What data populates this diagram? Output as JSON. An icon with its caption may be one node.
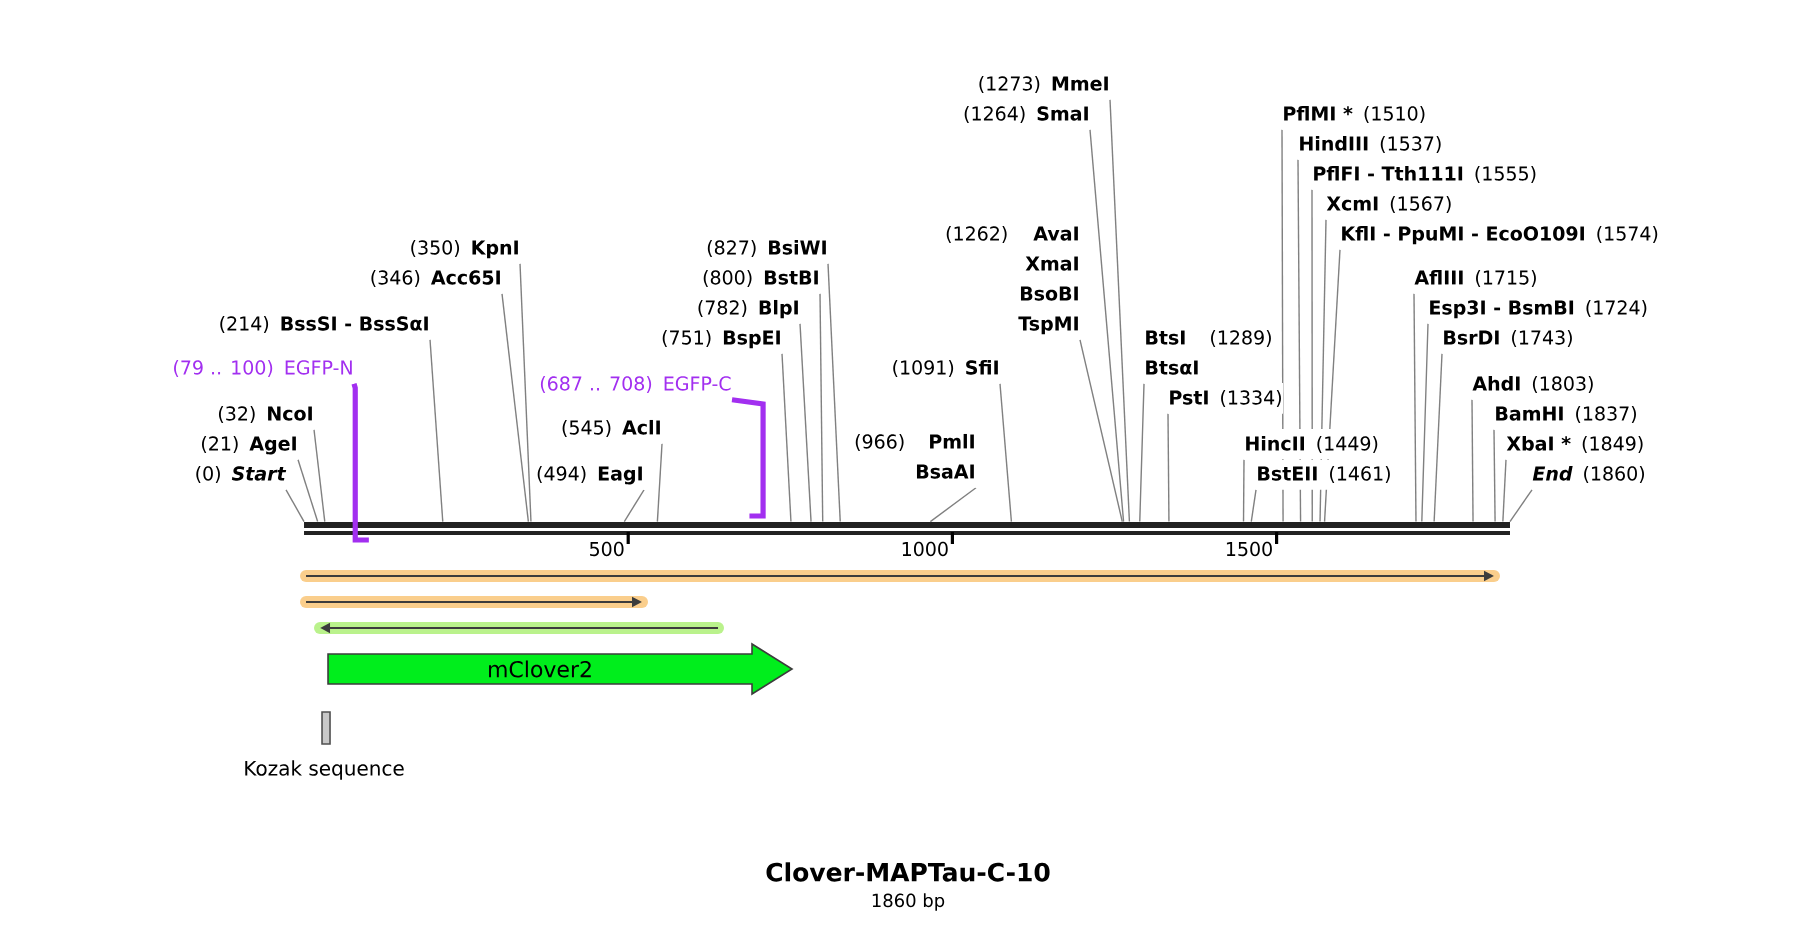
{
  "diagram": {
    "title": "Clover-MAPTau-C-10",
    "caption": "1860 bp",
    "nodes": [
      {
        "text": [
          "(0)",
          "Start"
        ]
      },
      {
        "text": [
          "(21)",
          "AgeI"
        ]
      },
      {
        "text": [
          "(32)",
          "NcoI"
        ]
      },
      {
        "text": [
          "(79 .. 100)",
          "EGFP-N"
        ]
      },
      {
        "text": [
          "(214)",
          "BssSI - BssSαI"
        ]
      },
      {
        "text": [
          "(346)",
          "Acc65I"
        ]
      },
      {
        "text": [
          "(350)",
          "KpnI"
        ]
      },
      {
        "text": [
          "(494)",
          "EagI"
        ]
      },
      {
        "text": [
          "(545)",
          "AclI"
        ]
      },
      {
        "text": [
          "(687 .. 708)",
          "EGFP-C"
        ]
      },
      {
        "text": [
          "(751)",
          "BspEI"
        ]
      },
      {
        "text": [
          "(782)",
          "BlpI"
        ]
      },
      {
        "text": [
          "(800)",
          "BstBI"
        ]
      },
      {
        "text": [
          "(827)",
          "BsiWI"
        ]
      },
      {
        "text": [
          "(966)",
          "PmlI",
          "BsaAI"
        ]
      },
      {
        "text": [
          "(1091)",
          "SfiI"
        ]
      },
      {
        "text": [
          "(1262)",
          "AvaI",
          "XmaI",
          "BsoBI",
          "TspMI"
        ]
      },
      {
        "text": [
          "(1264)",
          "SmaI"
        ]
      },
      {
        "text": [
          "(1273)",
          "MmeI"
        ]
      },
      {
        "text": [
          "BtsI",
          "(1289)",
          "BtsαI"
        ]
      },
      {
        "text": [
          "PstI",
          "(1334)"
        ]
      },
      {
        "text": [
          "HincII",
          "(1449)"
        ]
      },
      {
        "text": [
          "BstEII",
          "(1461)"
        ]
      },
      {
        "text": [
          "PflMI *",
          "(1510)"
        ]
      },
      {
        "text": [
          "HindIII",
          "(1537)"
        ]
      },
      {
        "text": [
          "PflFI - Tth111I",
          "(1555)"
        ]
      },
      {
        "text": [
          "XcmI",
          "(1567)"
        ]
      },
      {
        "text": [
          "KflI - PpuMI - EcoO109I",
          "(1574)"
        ]
      },
      {
        "text": [
          "AflIII",
          "(1715)"
        ]
      },
      {
        "text": [
          "Esp3I - BsmBI",
          "(1724)"
        ]
      },
      {
        "text": [
          "BsrDI",
          "(1743)"
        ]
      },
      {
        "text": [
          "AhdI",
          "(1803)"
        ]
      },
      {
        "text": [
          "BamHI",
          "(1837)"
        ]
      },
      {
        "text": [
          "XbaI *",
          "(1849)"
        ]
      },
      {
        "text": [
          "End",
          "(1860)"
        ]
      },
      {
        "text": [
          "mClover2"
        ]
      },
      {
        "text": [
          "Kozak sequence"
        ]
      },
      {
        "text": [],
        "shape": "bar"
      }
    ],
    "edges": [
      {
        "from": 0,
        "to": 37,
        "arrow": "none"
      },
      {
        "from": 1,
        "to": 37,
        "arrow": "none"
      },
      {
        "from": 2,
        "to": 37,
        "arrow": "none"
      },
      {
        "from": 3,
        "to": 37,
        "arrow": "none",
        "style": "thick",
        "color": "#a22ff0"
      },
      {
        "from": 4,
        "to": 37,
        "arrow": "none"
      },
      {
        "from": 5,
        "to": 37,
        "arrow": "none"
      },
      {
        "from": 6,
        "to": 37,
        "arrow": "none"
      },
      {
        "from": 7,
        "to": 37,
        "arrow": "none"
      },
      {
        "from": 8,
        "to": 37,
        "arrow": "none"
      },
      {
        "from": 9,
        "to": 37,
        "arrow": "none",
        "style": "thick",
        "color": "#a22ff0"
      },
      {
        "from": 10,
        "to": 37,
        "arrow": "none"
      },
      {
        "from": 11,
        "to": 37,
        "arrow": "none"
      },
      {
        "from": 12,
        "to": 37,
        "arrow": "none"
      },
      {
        "from": 13,
        "to": 37,
        "arrow": "none"
      },
      {
        "from": 14,
        "to": 37,
        "arrow": "none"
      },
      {
        "from": 15,
        "to": 37,
        "arrow": "none"
      },
      {
        "from": 16,
        "to": 37,
        "arrow": "none"
      },
      {
        "from": 17,
        "to": 37,
        "arrow": "none"
      },
      {
        "from": 18,
        "to": 37,
        "arrow": "none"
      },
      {
        "from": 19,
        "to": 37,
        "arrow": "none"
      },
      {
        "from": 20,
        "to": 37,
        "arrow": "none"
      },
      {
        "from": 21,
        "to": 37,
        "arrow": "none"
      },
      {
        "from": 22,
        "to": 37,
        "arrow": "none"
      },
      {
        "from": 23,
        "to": 37,
        "arrow": "none"
      },
      {
        "from": 24,
        "to": 37,
        "arrow": "none"
      },
      {
        "from": 25,
        "to": 37,
        "arrow": "none"
      },
      {
        "from": 26,
        "to": 37,
        "arrow": "none"
      },
      {
        "from": 27,
        "to": 37,
        "arrow": "none"
      },
      {
        "from": 28,
        "to": 37,
        "arrow": "none"
      },
      {
        "from": 29,
        "to": 37,
        "arrow": "none"
      },
      {
        "from": 30,
        "to": 37,
        "arrow": "none"
      },
      {
        "from": 31,
        "to": 37,
        "arrow": "none"
      },
      {
        "from": 32,
        "to": 37,
        "arrow": "none"
      },
      {
        "from": 33,
        "to": 37,
        "arrow": "none"
      },
      {
        "from": 34,
        "to": 37,
        "arrow": "none"
      }
    ],
    "labels": [
      "500",
      "1000",
      "1500"
    ]
  }
}
